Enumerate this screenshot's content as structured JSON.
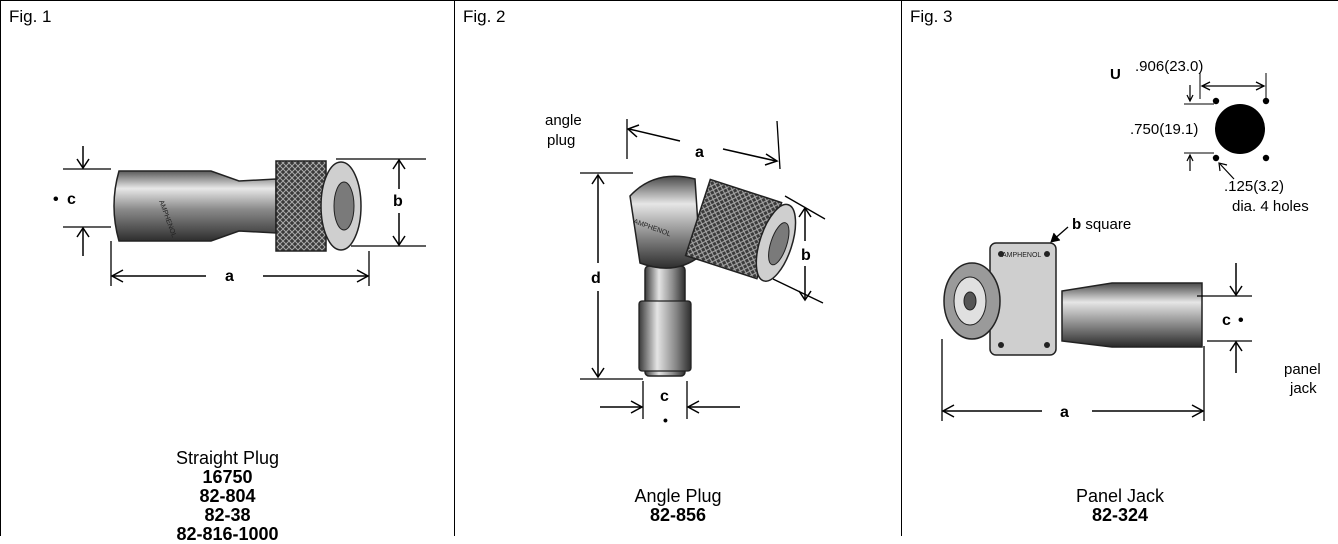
{
  "figures": [
    {
      "fig_label": "Fig. 1",
      "caption_title": "Straight Plug",
      "part_numbers": [
        "16750",
        "82-804",
        "82-38",
        "82-816-1000"
      ],
      "dimension_labels": {
        "a": "a",
        "b": "b",
        "c": "c"
      },
      "dot": "•"
    },
    {
      "fig_label": "Fig. 2",
      "caption_title": "Angle Plug",
      "part_numbers": [
        "82-856"
      ],
      "callout_line1": "angle",
      "callout_line2": "plug",
      "dimension_labels": {
        "a": "a",
        "b": "b",
        "c": "c",
        "d": "d"
      },
      "dot": "•"
    },
    {
      "fig_label": "Fig. 3",
      "caption_title": "Panel Jack",
      "part_numbers": [
        "82-324"
      ],
      "u_label": "U",
      "hole_spacing_h": ".906(23.0)",
      "hole_spacing_v": ".750(19.1)",
      "hole_dia_line1": ".125(3.2)",
      "hole_dia_line2": "dia. 4 holes",
      "square_bold": "b",
      "square_text": " square",
      "side_line1": "panel",
      "side_line2": "jack",
      "dimension_labels": {
        "a": "a",
        "c": "c"
      },
      "dot": "•"
    }
  ]
}
